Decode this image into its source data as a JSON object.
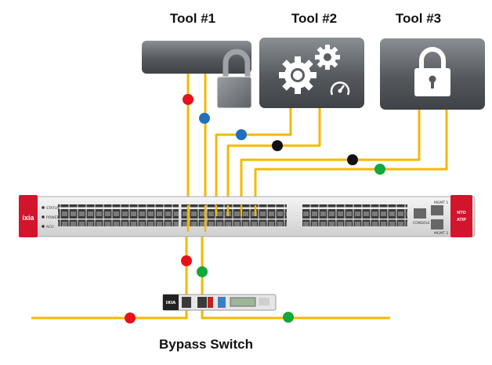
{
  "tools": [
    {
      "label": "Tool #1",
      "icon": "lock-icon"
    },
    {
      "label": "Tool #2",
      "icon": "gears-icon"
    },
    {
      "label": "Tool #3",
      "icon": "padlock-icon"
    }
  ],
  "bypass_label": "Bypass Switch",
  "packet_broker": {
    "brand": "ixia",
    "left_leds": [
      "STATUS",
      "POWER",
      "ACO"
    ],
    "right_badge": [
      "NTO",
      "ATIP"
    ],
    "mgmt_labels": [
      "CONSOLE",
      "MGMT 1",
      "MGMT 2"
    ]
  },
  "bypass_switch": {
    "brand": "IXIA"
  },
  "colors": {
    "link": "#f5b800",
    "red": "#e8101a",
    "blue": "#1e6fc0",
    "black": "#111111",
    "green": "#12a83c",
    "tool_box": "#4f5459",
    "ixia_red": "#d2142c"
  }
}
